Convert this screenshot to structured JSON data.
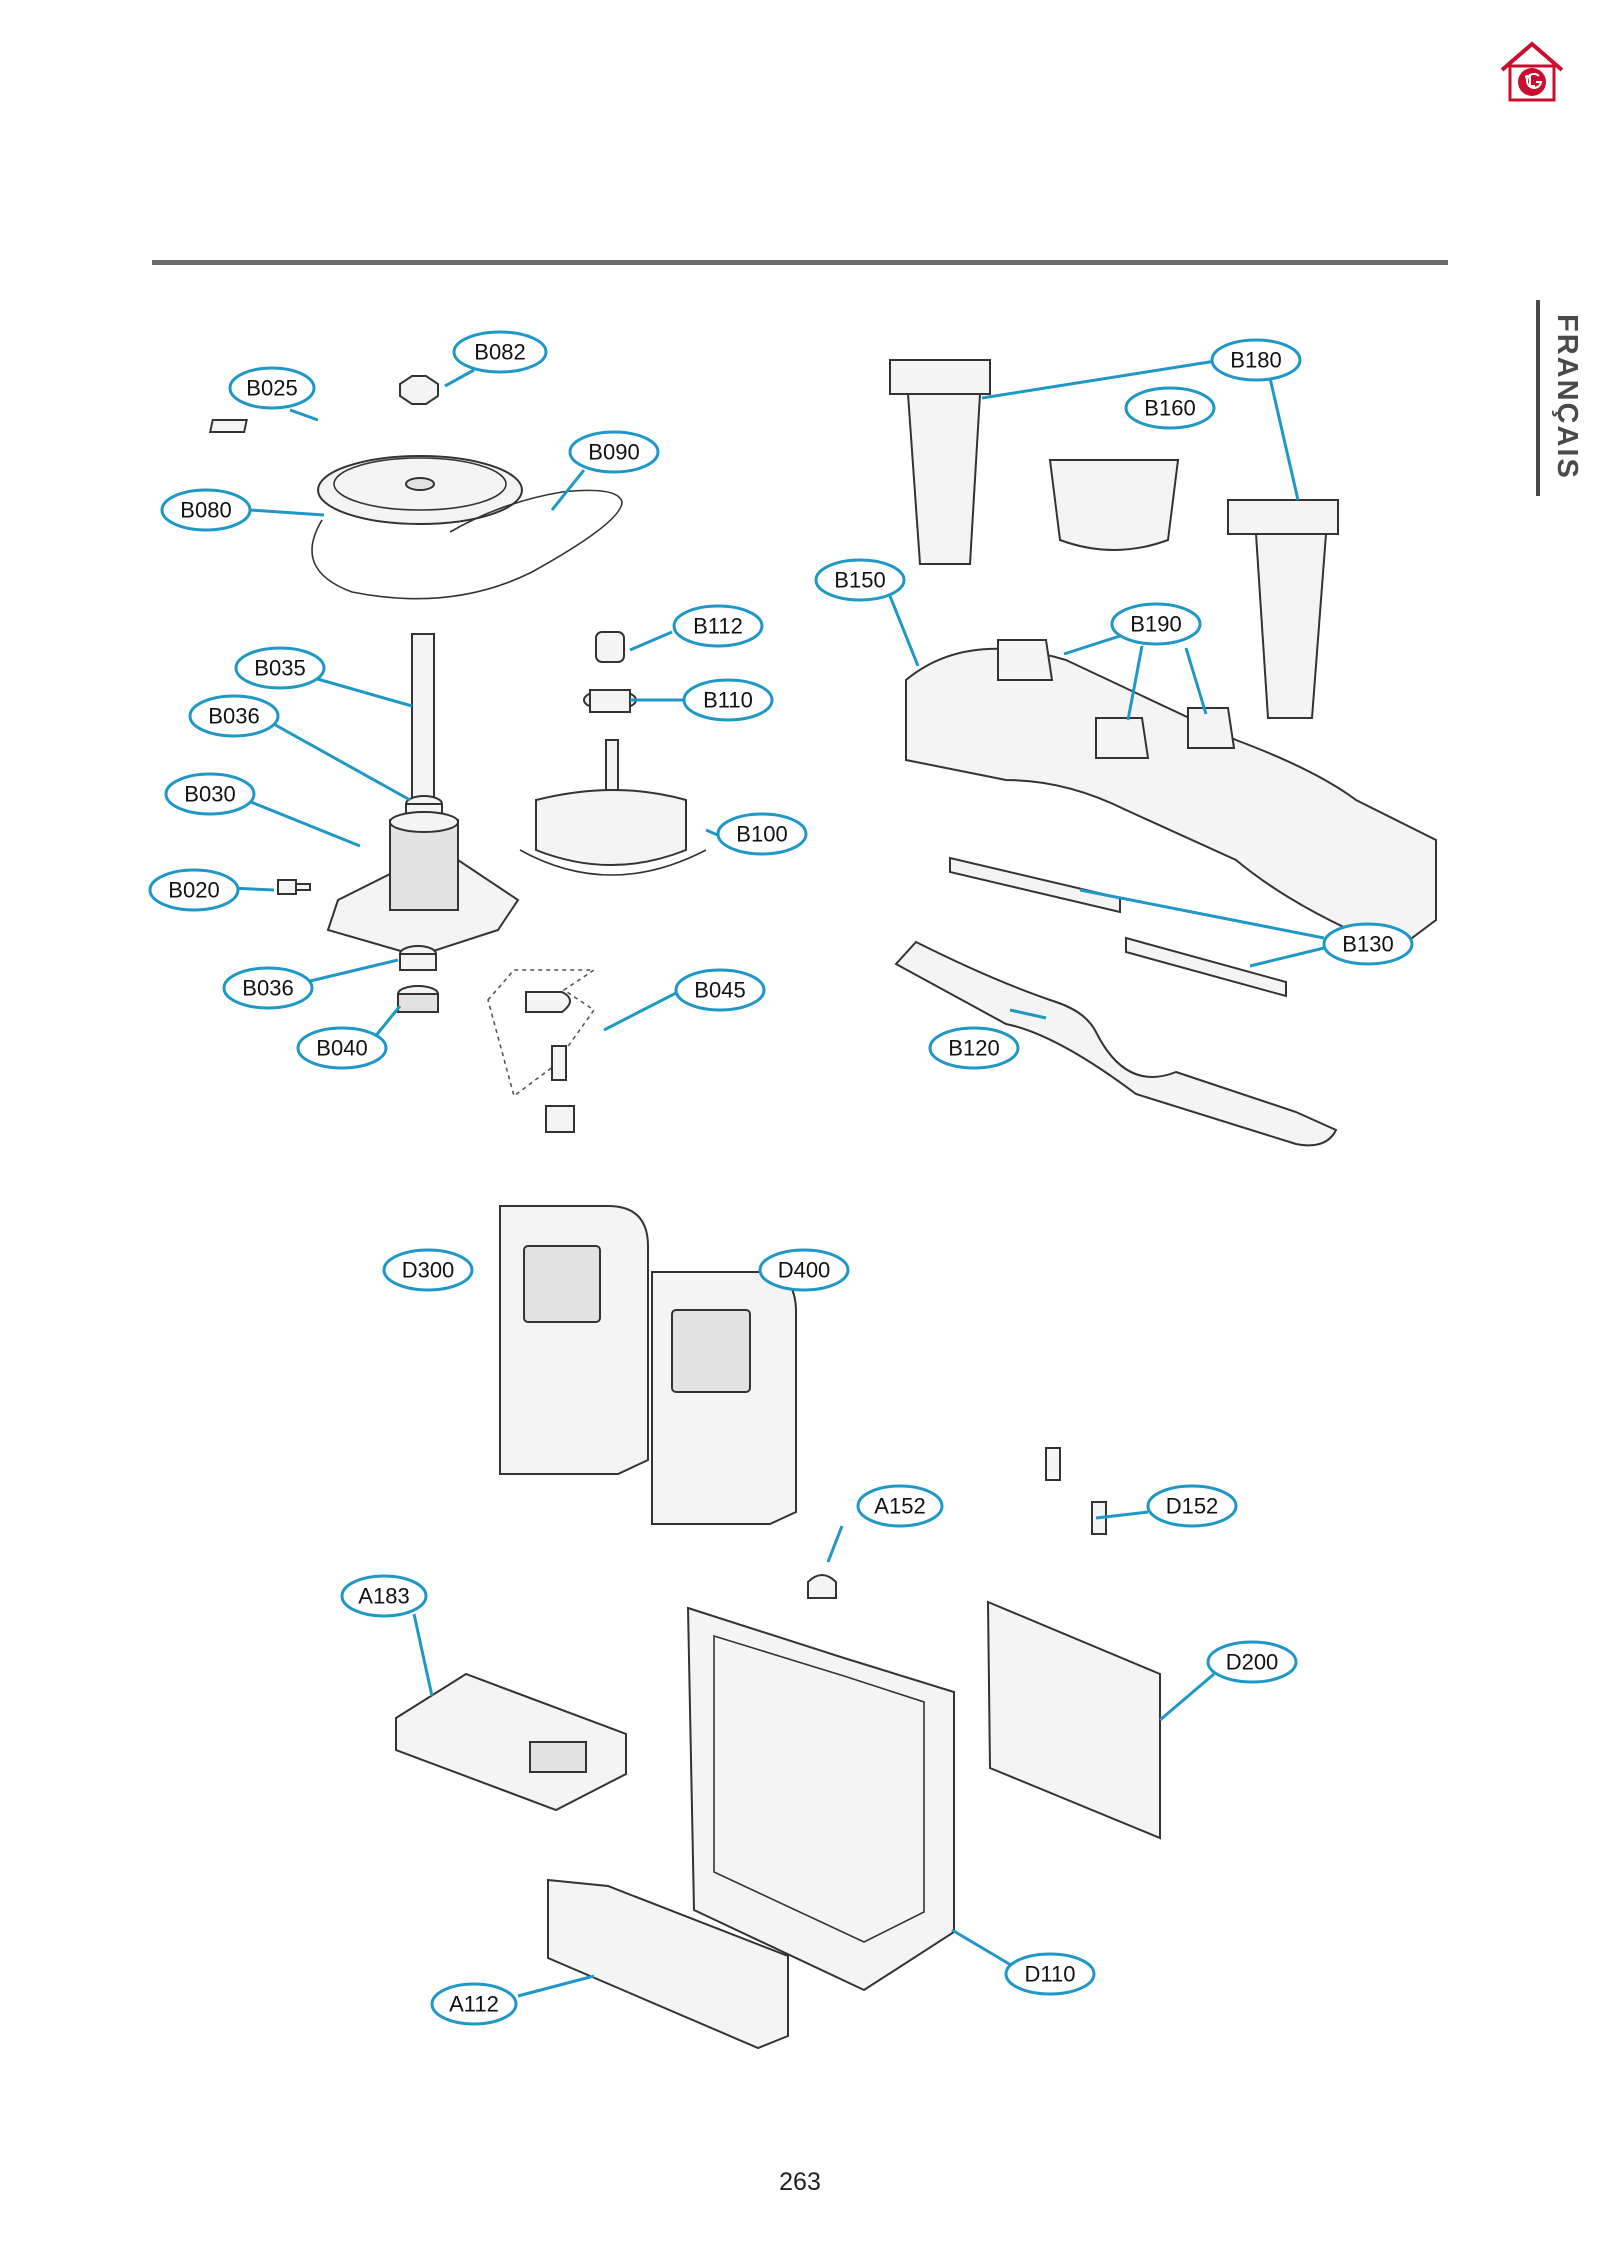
{
  "header": {
    "language_tab": "FRANÇAIS",
    "logo_icon": "lg-home-logo-icon"
  },
  "footer": {
    "page_number": "263"
  },
  "colors": {
    "callout_stroke": "#1f97c7",
    "rule": "#6b6b6b",
    "logo_red": "#c8102e"
  },
  "callouts": {
    "B082": "B082",
    "B025": "B025",
    "B090": "B090",
    "B080": "B080",
    "B112": "B112",
    "B035": "B035",
    "B110": "B110",
    "B036": "B036",
    "B030": "B030",
    "B100": "B100",
    "B020": "B020",
    "B036b": "B036",
    "B045": "B045",
    "B040": "B040",
    "B180": "B180",
    "B160": "B160",
    "B150": "B150",
    "B190": "B190",
    "B130": "B130",
    "B120": "B120",
    "D300": "D300",
    "D400": "D400",
    "A152": "A152",
    "D152": "D152",
    "A183": "A183",
    "D200": "D200",
    "D110": "D110",
    "A112": "A112"
  }
}
